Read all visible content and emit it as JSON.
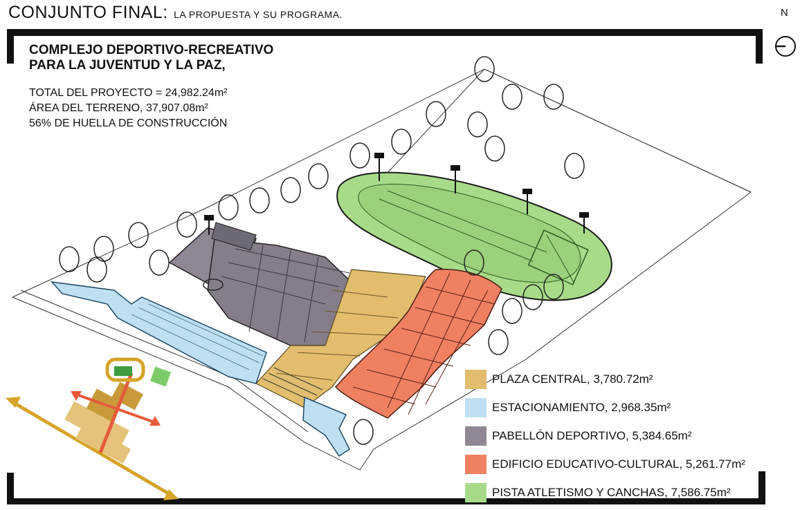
{
  "header": {
    "title_main": "CONJUNTO FINAL:",
    "title_sub": "LA PROPUESTA Y SU PROGRAMA."
  },
  "north_label": "N",
  "project": {
    "title_line1": "COMPLEJO DEPORTIVO-RECREATIVO",
    "title_line2": "PARA LA JUVENTUD Y LA PAZ,",
    "stats": [
      "TOTAL DEL PROYECTO = 24,982.24m²",
      "ÁREA DEL TERRENO, 37,907.08m²",
      "56% DE HUELLA DE CONSTRUCCIÓN"
    ]
  },
  "legend": [
    {
      "label": "PLAZA CENTRAL, 3,780.72m²",
      "color": "#E2BD6E"
    },
    {
      "label": "ESTACIONAMIENTO, 2,968.35m²",
      "color": "#BFE0F2"
    },
    {
      "label": "PABELLÓN DEPORTIVO, 5,384.65m²",
      "color": "#8F8794"
    },
    {
      "label": "EDIFICIO EDUCATIVO-CULTURAL, 5,261.77m²",
      "color": "#EF8062"
    },
    {
      "label": "PISTA ATLETISMO Y CANCHAS, 7,586.75m²",
      "color": "#A8DB89"
    }
  ],
  "icons": [
    "north-arrow-icon",
    "tree-icon",
    "light-pole-icon",
    "key-plan-diagram"
  ]
}
